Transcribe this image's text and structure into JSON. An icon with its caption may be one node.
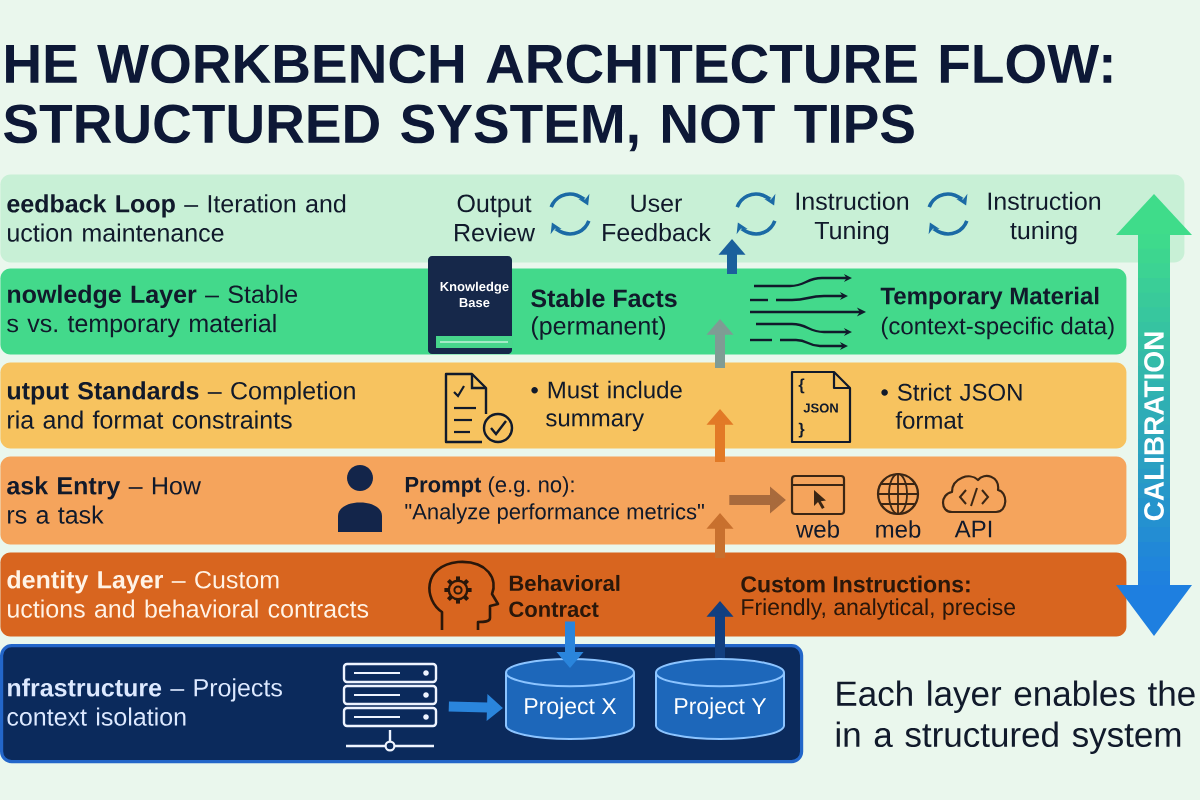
{
  "diagram": {
    "title": "HE WORKBENCH ARCHITECTURE FLOW: STRUCTURED SYSTEM, NOT TIPS",
    "nodes": [
      {
        "text": [
          "**eedback Loop** – Iteration and uction maintenance",
          "Output Review",
          "User Feedback",
          "Instruction Tuning",
          "Instruction tuning"
        ]
      },
      {
        "text": [
          "**nowledge Layer** – Stable s vs. temporary material",
          "Stable Facts",
          "(permanent)",
          "Temporary Material",
          "(context-specific data)"
        ]
      },
      {
        "text": [
          "Knowledge Base"
        ],
        "in": 1
      },
      {
        "text": [
          "**utput Standards** – Completion ria and format constraints",
          "• Must include summary",
          "• Strict JSON format"
        ]
      },
      {
        "text": [
          "{",
          "JSON",
          "}"
        ],
        "in": 3
      },
      {
        "text": [
          "**ask Entry** – How rs a task"
        ]
      },
      {
        "text": [
          "**Prompt** (e.g. no):",
          "\"Analyze performance metrics\""
        ],
        "in": 5
      },
      {
        "text": [
          "web"
        ],
        "in": 5
      },
      {
        "text": [
          "meb"
        ],
        "in": 5
      },
      {
        "text": [
          "API"
        ],
        "in": 5
      },
      {
        "text": [
          "**dentity Layer** – Custom uctions and behavioral contracts",
          "Custom Instructions:",
          "Friendly, analytical, precise"
        ]
      },
      {
        "text": [
          "Behavioral Contract"
        ],
        "in": 10
      },
      {
        "text": [
          "**nfrastructure** – Projects context isolation"
        ]
      },
      {
        "text": [],
        "shape": "picture",
        "in": 12
      },
      {
        "text": [
          "Project X"
        ],
        "in": 12
      },
      {
        "text": [
          "Project Y"
        ],
        "in": 12
      }
    ],
    "edges": [
      {
        "from": 13,
        "to": 14,
        "arrow": "to"
      },
      {
        "from": 11,
        "to": 14,
        "arrow": "to"
      },
      {
        "from": 15,
        "to": 10,
        "arrow": "to",
        "color": "#123f80"
      },
      {
        "from": 10,
        "to": 5,
        "arrow": "to",
        "color": "#c8702e"
      },
      {
        "from": 6,
        "to": 7,
        "arrow": "to",
        "color": "#a86a3c"
      },
      {
        "from": 5,
        "to": 3,
        "arrow": "to",
        "color": "#e27a26"
      },
      {
        "from": 3,
        "to": 1,
        "arrow": "to",
        "color": "#7f9c94"
      },
      {
        "from": 1,
        "to": 0,
        "arrow": "to",
        "color": "#1b609c"
      }
    ],
    "labels": [
      "CALIBRATION",
      "Each layer enables the in a structured system"
    ]
  }
}
